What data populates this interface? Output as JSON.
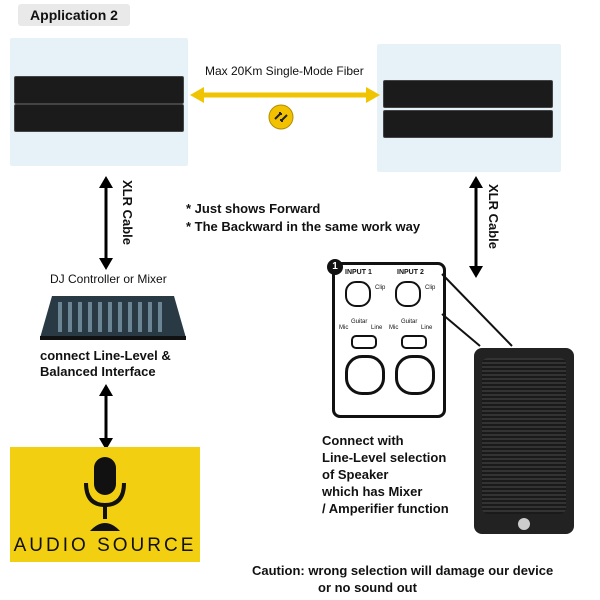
{
  "badge": "Application 2",
  "fiber_label": "Max 20Km Single-Mode Fiber",
  "cable_left": "XLR Cable",
  "cable_right": "XLR Cable",
  "notes": [
    "* Just shows Forward",
    "* The Backward in the same work way"
  ],
  "mixer_title": "DJ Controller or Mixer",
  "mixer_desc": [
    "connect  Line-Level &",
    "Balanced Interface"
  ],
  "audio_source": "AUDIO SOURCE",
  "panel": {
    "step": "1",
    "input1": "INPUT 1",
    "input2": "INPUT 2",
    "clip": "Clip",
    "guitar": "Guitar",
    "mic": "Mic",
    "line": "Line"
  },
  "speaker_desc": [
    "Connect with",
    "Line-Level selection",
    "of Speaker",
    "which has Mixer",
    "/ Amperifier function"
  ],
  "caution": [
    "Caution:  wrong selection will damage our device",
    "or no sound out"
  ]
}
